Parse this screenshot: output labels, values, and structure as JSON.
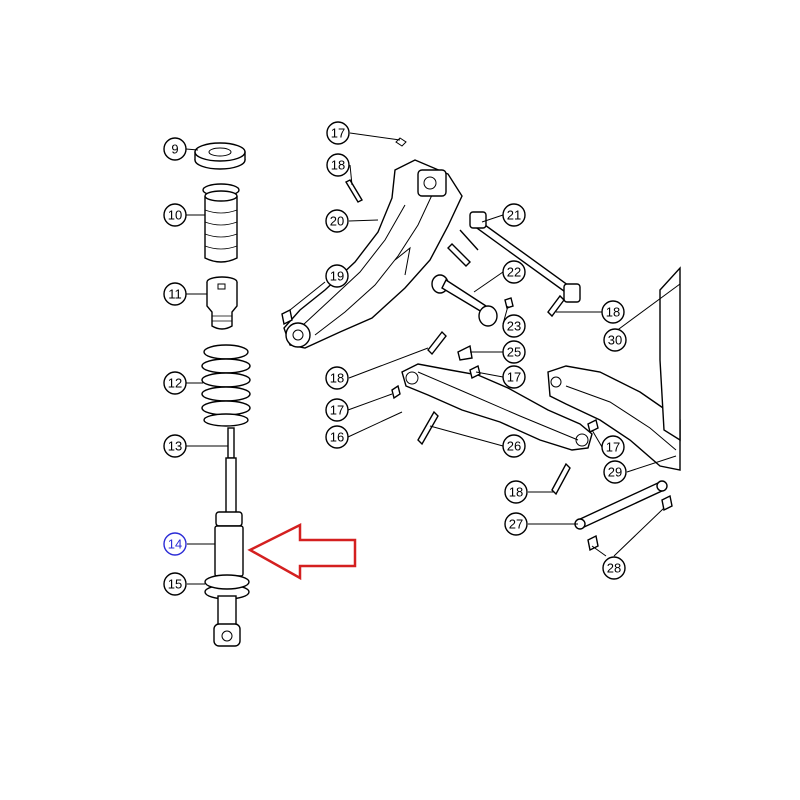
{
  "diagram": {
    "callouts": [
      {
        "id": "c9",
        "label": "9"
      },
      {
        "id": "c10",
        "label": "10"
      },
      {
        "id": "c11",
        "label": "11"
      },
      {
        "id": "c12",
        "label": "12"
      },
      {
        "id": "c13",
        "label": "13"
      },
      {
        "id": "c14",
        "label": "14",
        "highlighted": true
      },
      {
        "id": "c15",
        "label": "15"
      },
      {
        "id": "c17a",
        "label": "17"
      },
      {
        "id": "c18a",
        "label": "18"
      },
      {
        "id": "c20",
        "label": "20"
      },
      {
        "id": "c19",
        "label": "19"
      },
      {
        "id": "c21",
        "label": "21"
      },
      {
        "id": "c22",
        "label": "22"
      },
      {
        "id": "c23",
        "label": "23"
      },
      {
        "id": "c18b",
        "label": "18"
      },
      {
        "id": "c30",
        "label": "30"
      },
      {
        "id": "c25",
        "label": "25"
      },
      {
        "id": "c18c",
        "label": "18"
      },
      {
        "id": "c17b",
        "label": "17"
      },
      {
        "id": "c17c",
        "label": "17"
      },
      {
        "id": "c16",
        "label": "16"
      },
      {
        "id": "c26",
        "label": "26"
      },
      {
        "id": "c17d",
        "label": "17"
      },
      {
        "id": "c29",
        "label": "29"
      },
      {
        "id": "c18d",
        "label": "18"
      },
      {
        "id": "c27",
        "label": "27"
      },
      {
        "id": "c28",
        "label": "28"
      }
    ],
    "colors": {
      "ink": "#000000",
      "highlight_callout": "#2b2bd6",
      "arrow": "#d42020",
      "background": "#ffffff"
    }
  }
}
